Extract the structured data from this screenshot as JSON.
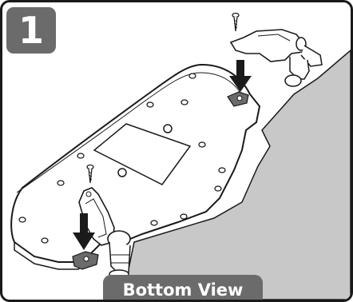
{
  "step": {
    "number": "1"
  },
  "caption": {
    "label": "Bottom View"
  },
  "colors": {
    "badge": "#6b6b6b",
    "surface": "#c8c8c8",
    "outline": "#1a1a1a",
    "arrow": "#1a1a1a"
  },
  "diagram": {
    "arrows": 2,
    "screws": 2,
    "brackets": 2
  }
}
